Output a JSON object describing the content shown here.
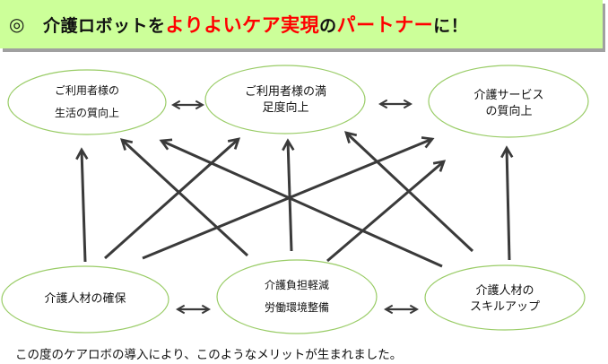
{
  "banner": {
    "mark": "◎",
    "title_parts": [
      {
        "text": "介護ロボットを",
        "highlight": false
      },
      {
        "text": "よりよいケア実現",
        "highlight": true
      },
      {
        "text": "の",
        "highlight": false
      },
      {
        "text": "パートナー",
        "highlight": true
      },
      {
        "text": "に！",
        "highlight": false
      }
    ],
    "bg_color": "#ccff99",
    "highlight_color": "#ff0000"
  },
  "nodes": {
    "top": [
      {
        "id": "user-life-quality",
        "lines": [
          "ご利用者様の",
          "生活の質向上"
        ]
      },
      {
        "id": "user-satisfaction",
        "lines": [
          "ご利用者様の満",
          "足度向上"
        ]
      },
      {
        "id": "service-quality",
        "lines": [
          "介護サービス",
          "の質向上"
        ]
      }
    ],
    "bottom": [
      {
        "id": "staff-securing",
        "lines": [
          "介護人材の確保"
        ]
      },
      {
        "id": "burden-reduction",
        "lines": [
          "介護負担軽減",
          "労働環境整備"
        ]
      },
      {
        "id": "staff-skillup",
        "lines": [
          "介護人材の",
          "スキルアップ"
        ]
      }
    ]
  },
  "edges": {
    "bidirectional": [
      {
        "from": "user-life-quality",
        "to": "user-satisfaction"
      },
      {
        "from": "user-satisfaction",
        "to": "service-quality"
      },
      {
        "from": "staff-securing",
        "to": "burden-reduction"
      },
      {
        "from": "burden-reduction",
        "to": "staff-skillup"
      }
    ],
    "directed": [
      {
        "from": "staff-securing",
        "to": "user-life-quality"
      },
      {
        "from": "staff-securing",
        "to": "user-satisfaction"
      },
      {
        "from": "staff-securing",
        "to": "service-quality"
      },
      {
        "from": "burden-reduction",
        "to": "user-life-quality"
      },
      {
        "from": "burden-reduction",
        "to": "user-satisfaction"
      },
      {
        "from": "burden-reduction",
        "to": "service-quality"
      },
      {
        "from": "staff-skillup",
        "to": "user-life-quality"
      },
      {
        "from": "staff-skillup",
        "to": "user-satisfaction"
      },
      {
        "from": "staff-skillup",
        "to": "service-quality"
      }
    ]
  },
  "colors": {
    "ellipse_stroke": "#99cc66",
    "arrow": "#3a3a3a"
  },
  "footer": {
    "text": "この度のケアロボの導入により、このようなメリットが生まれました。"
  }
}
